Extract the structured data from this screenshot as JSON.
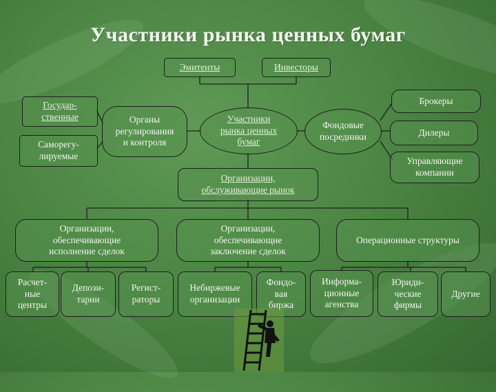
{
  "title": "Участники рынка ценных бумаг",
  "nodes": {
    "emitters": "Эмитенты",
    "investors": "Инвесторы",
    "brokers": "Брокеры",
    "state": "Государ-\nственные",
    "selfreg": "Саморегу-\nлируемые",
    "regulators": "Органы\nрегулирования\nи контроля",
    "participants": "Участники\nрынка ценных\nбумаг",
    "intermediaries": "Фондовые\nпосредники",
    "dealers": "Дилеры",
    "managers": "Управляющие\nкомпании",
    "servicing": "Организации,\nобслуживающие рынок",
    "execution": "Организации,\nобеспечивающие\nисполнение сделок",
    "conclusion": "Организации,\nобеспечивающие\nзаключение сделок",
    "operational": "Операционные структуры",
    "settlement": "Расчет-\nные\nцентры",
    "depositories": "Депози-\nтарии",
    "registrars": "Регист-\nраторы",
    "otc": "Небиржевые\nорганизации",
    "exchange": "Фондо-\nвая\nбиржа",
    "info": "Информа-\nционные\nагенства",
    "legal": "Юриди-\nческие\nфирмы",
    "other": "Другие"
  }
}
